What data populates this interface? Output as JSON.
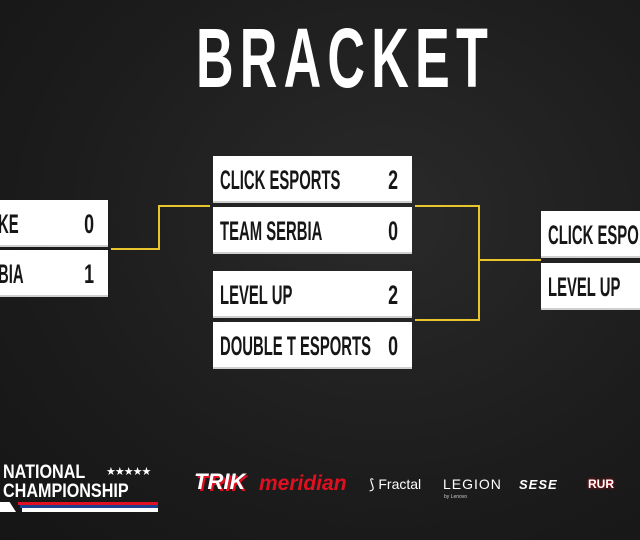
{
  "title": "BRACKET",
  "rounds": {
    "left": {
      "teams": [
        {
          "name": "KE",
          "score": "0"
        },
        {
          "name": "BIA",
          "score": "1"
        }
      ]
    },
    "center": [
      {
        "teams": [
          {
            "name": "CLICK ESPORTS",
            "score": "2"
          },
          {
            "name": "TEAM SERBIA",
            "score": "0"
          }
        ]
      },
      {
        "teams": [
          {
            "name": "LEVEL UP",
            "score": "2"
          },
          {
            "name": "DOUBLE T ESPORTS",
            "score": "0"
          }
        ]
      }
    ],
    "right": {
      "teams": [
        {
          "name": "CLICK ESPO",
          "score": ""
        },
        {
          "name": "LEVEL UP",
          "score": ""
        }
      ]
    }
  },
  "footer": {
    "brand_line1": "NATIONAL",
    "stars": "★★★★★",
    "brand_line2": "CHAMPIONSHIP",
    "sponsors": [
      "TRIK",
      "meridian",
      "Fractal",
      "LEGION",
      "by Lenovo",
      "SESE",
      "RUR"
    ]
  },
  "colors": {
    "accent": "#e8c52a",
    "bg": "#1e1e1e",
    "red": "#e01020",
    "blue": "#1d3f8c"
  }
}
